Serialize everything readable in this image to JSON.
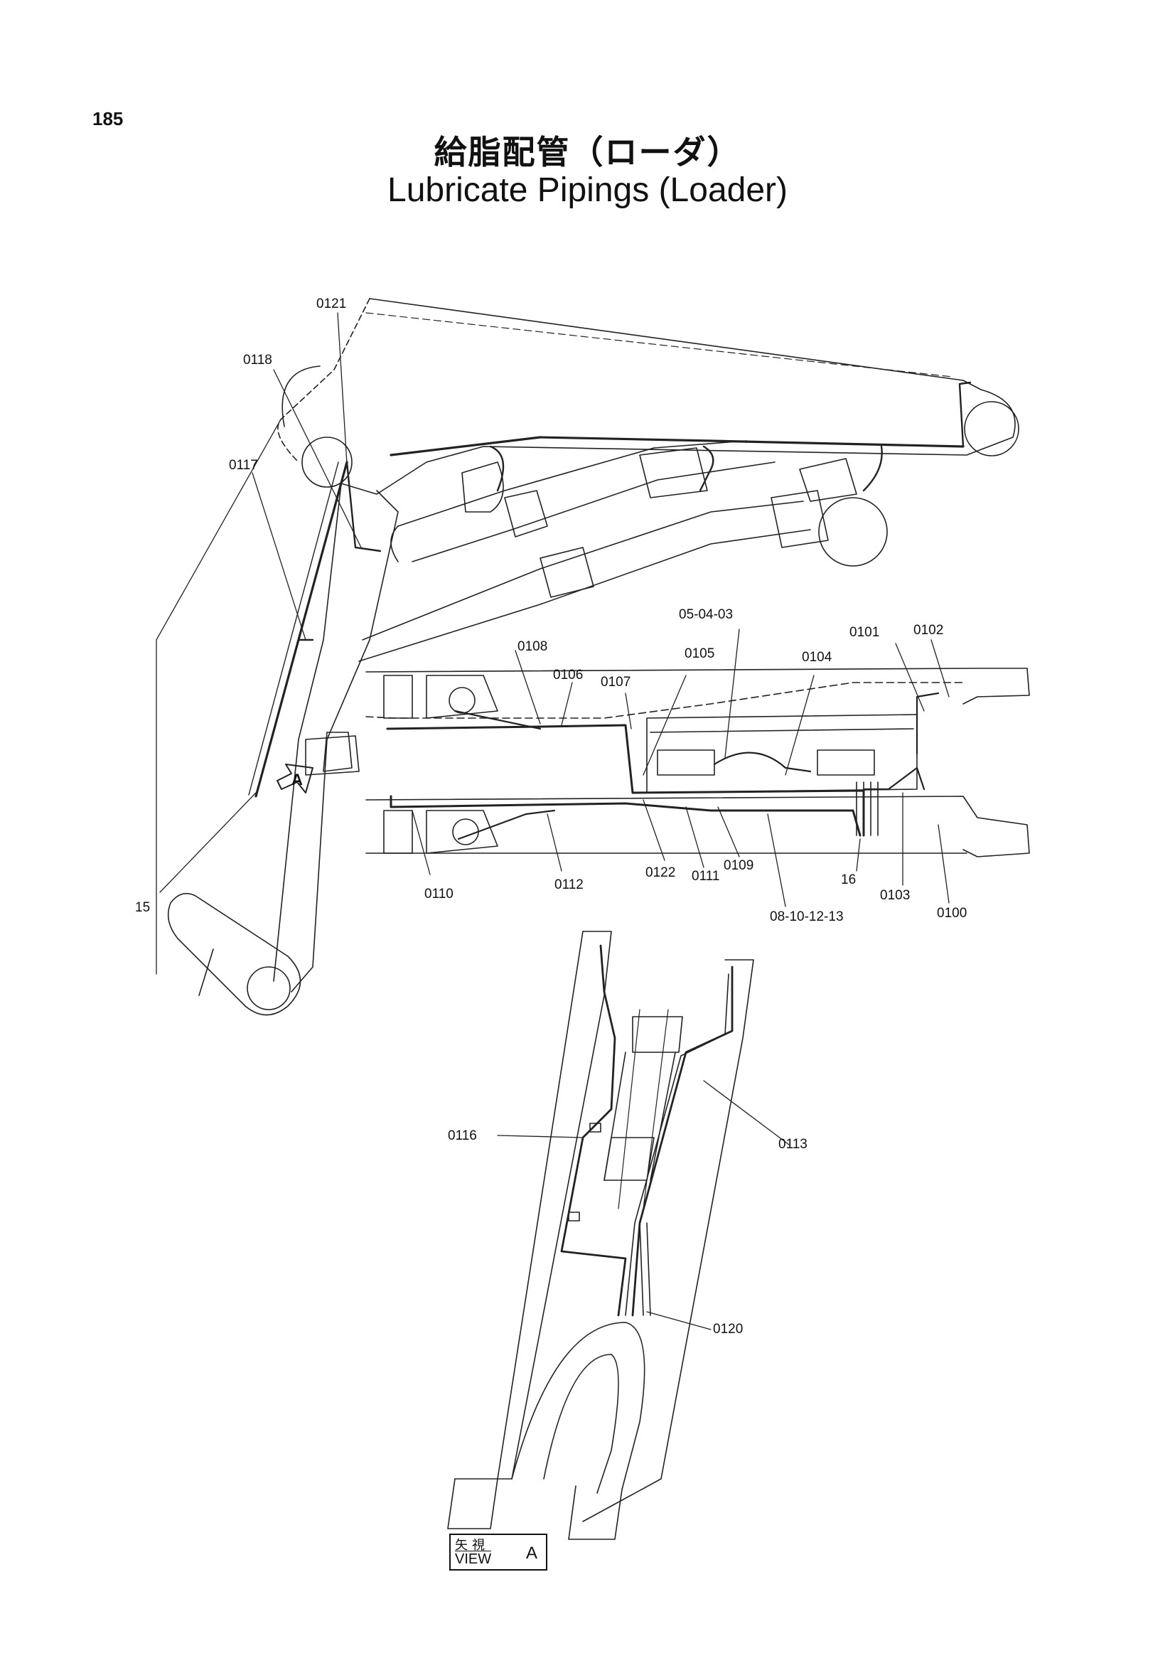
{
  "page_number": "185",
  "title_jp": "給脂配管（ローダ）",
  "title_en": "Lubricate Pipings (Loader)",
  "view_caption": {
    "jp": "矢視",
    "en": "VIEW",
    "letter": "A"
  },
  "arrow_marker": "A",
  "part_labels": {
    "p0121": "0121",
    "p0118": "0118",
    "p0117": "0117",
    "p15": "15",
    "p050403": "05-04-03",
    "p0101": "0101",
    "p0102": "0102",
    "p0108": "0108",
    "p0106": "0106",
    "p0107": "0107",
    "p0105": "0105",
    "p0104": "0104",
    "p0110": "0110",
    "p0112": "0112",
    "p0122": "0122",
    "p0111": "0111",
    "p0109": "0109",
    "p16": "16",
    "p0103": "0103",
    "p0100": "0100",
    "p08101213": "08-10-12-13",
    "p0116": "0116",
    "p0113": "0113",
    "p0120": "0120"
  }
}
